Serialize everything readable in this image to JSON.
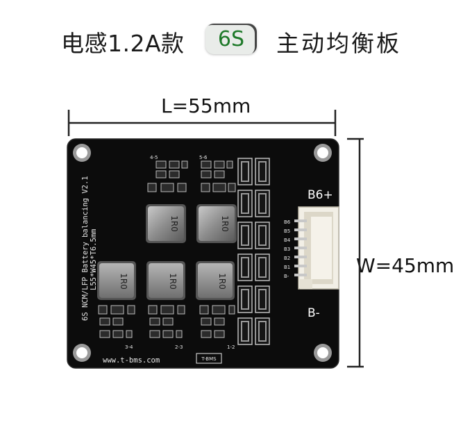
{
  "title": {
    "left": "电感1.2A款",
    "badge": "6S",
    "right": "主动均衡板"
  },
  "dimensions": {
    "length_label": "L=55mm",
    "width_label": "W=45mm"
  },
  "board": {
    "side_text_1": "6S NCM/LFP Battery balancing V2.1",
    "side_text_2": "L55*W45*T6.5mm",
    "website": "www.t-bms.com",
    "logo": "T-BMS",
    "connector_top": "B6+",
    "connector_bottom": "B-",
    "pin_labels": [
      "B6",
      "B5",
      "B4",
      "B3",
      "B2",
      "B1",
      "B-"
    ],
    "group_labels": [
      "4-5",
      "5-6",
      "3-4",
      "2-3",
      "1-2"
    ],
    "inductor_marking": "1R0"
  },
  "colors": {
    "board": "#0c0c0c",
    "badge_text": "#1f7a2a",
    "silkscreen": "#e8e8e8"
  }
}
